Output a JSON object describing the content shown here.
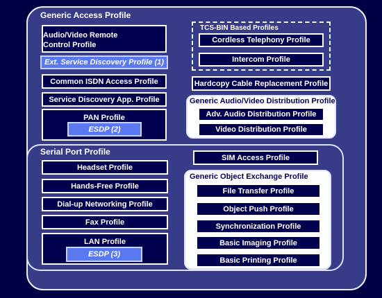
{
  "generic_access": {
    "title": "Generic Access Profile",
    "av_remote": "Audio/Video Remote",
    "av_remote_2": "Control Profile",
    "ext_sdp": "Ext. Service Discovery Profile (1)",
    "common_isdn": "Common ISDN Access Profile",
    "sdap": "Service Discovery App. Profile",
    "pan": "PAN Profile",
    "esdp2": "ESDP (2)"
  },
  "tcs_bin": {
    "title": "TCS-BIN Based Profiles",
    "cordless": "Cordless Telephony Profile",
    "intercom": "Intercom Profile"
  },
  "hardcopy": "Hardcopy Cable Replacement Profile",
  "gavdp": {
    "title": "Generic Audio/Video Distribution Profile",
    "advanced_audio": "Adv. Audio Distribution Profile",
    "video": "Video Distribution Profile"
  },
  "serial_port": {
    "title": "Serial Port Profile",
    "headset": "Headset Profile",
    "handsfree": "Hands-Free Profile",
    "dialup": "Dial-up Networking Profile",
    "fax": "Fax Profile",
    "lan": "LAN Profile",
    "esdp3": "ESDP (3)",
    "sim_access": "SIM Access Profile"
  },
  "goep": {
    "title": "Generic Object Exchange Profile",
    "file_transfer": "File Transfer Profile",
    "object_push": "Object Push Profile",
    "sync": "Synchronization Profile",
    "basic_imaging": "Basic Imaging Profile",
    "basic_printing": "Basic Printing Profile"
  },
  "colors": {
    "background": "#000045",
    "region_fill": "#383c88",
    "box_fill": "#00004e",
    "esdp_fill": "#5a78f0",
    "panel_fill": "#ffffff"
  }
}
